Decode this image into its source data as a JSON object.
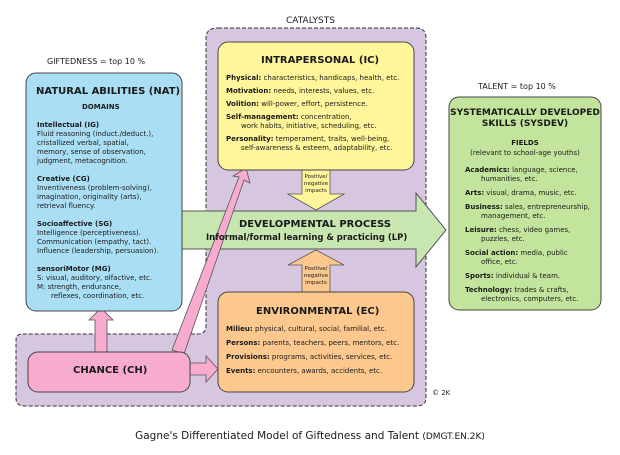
{
  "labels": {
    "catalysts": "CATALYSTS",
    "giftedness": "GIFTEDNESS = top 10 %",
    "talent": "TALENT = top 10 %",
    "copyright": "© 2K",
    "caption_main": "Gagne's Differentiated Model of Giftedness and Talent",
    "caption_code": "(DMGT.EN.2K)"
  },
  "nat": {
    "title": "NATURAL ABILITIES (NAT)",
    "subtitle": "DOMAINS",
    "ig_head": "Intellectual (IG)",
    "ig_lines": [
      "Fluid reasoning (induct./deduct.),",
      "cristallized verbal, spatial,",
      "memory, sense of observation,",
      "judgment, metacognition."
    ],
    "cg_head": "Creative (CG)",
    "cg_lines": [
      "Inventiveness (problem-solving),",
      "imagination, originality (arts),",
      "retrieval fluency."
    ],
    "sg_head": "Socioaffective (SG)",
    "sg_lines": [
      "Intelligence (perceptiveness).",
      "Communication (empathy, tact).",
      "Influence (leadership, persuasion)."
    ],
    "mg_head": "sensoriMotor (MG)",
    "mg_lines": [
      "S: visual, auditory, olfactive, etc.",
      "M: strength, endurance,",
      "reflexes, coordination, etc."
    ]
  },
  "ic": {
    "title": "INTRAPERSONAL (IC)",
    "physical_label": "Physical:",
    "physical_text": "characteristics, handicaps, health, etc.",
    "motivation_label": "Motivation:",
    "motivation_text": "needs, interests, values, etc.",
    "volition_label": "Volition:",
    "volition_text": "will-power, effort, persistence.",
    "selfman_label": "Self-management:",
    "selfman_text": "concentration,",
    "selfman_text2": "work habits, initiative, scheduling, etc.",
    "personality_label": "Personality:",
    "personality_text": "temperament, traits, well-being,",
    "personality_text2": "self-awareness & esteem, adaptability, etc."
  },
  "impacts": {
    "top": [
      "Positive/",
      "negative",
      "impacts"
    ],
    "bottom": [
      "Positive/",
      "negative",
      "impacts"
    ]
  },
  "process": {
    "title": "DEVELOPMENTAL PROCESS",
    "subtitle": "Informal/formal learning & practicing (LP)"
  },
  "ec": {
    "title": "ENVIRONMENTAL (EC)",
    "milieu_label": "Milieu:",
    "milieu_text": "physical, cultural, social, familial, etc.",
    "persons_label": "Persons:",
    "persons_text": "parents, teachers, peers, mentors, etc.",
    "provisions_label": "Provisions:",
    "provisions_text": "programs, activities, services, etc.",
    "events_label": "Events:",
    "events_text": "encounters, awards, accidents, etc."
  },
  "chance": {
    "title": "CHANCE (CH)"
  },
  "sysdev": {
    "title_lines": [
      "SYSTEMATICALLY DEVELOPED",
      "SKILLS (SYSDEV)"
    ],
    "fields": "FIELDS",
    "fields_note": "(relevant to school-age youths)",
    "academics_label": "Academics:",
    "academics_text": "language, science,",
    "academics_text2": "humanities, etc.",
    "arts_label": "Arts:",
    "arts_text": "visual, drama, music, etc.",
    "business_label": "Business:",
    "business_text": "sales, entrepreneurship,",
    "business_text2": "management, etc.",
    "leisure_label": "Leisure:",
    "leisure_text": "chess, video games,",
    "leisure_text2": "puzzles, etc.",
    "social_label": "Social action:",
    "social_text": "media, public",
    "social_text2": "office, etc.",
    "sports_label": "Sports:",
    "sports_text": "individual & team.",
    "technology_label": "Technology:",
    "technology_text": "trades & crafts,",
    "technology_text2": "electronics, computers, etc."
  },
  "colors": {
    "nat": "#a9def5",
    "ic": "#fff59a",
    "ec": "#fcc88e",
    "chance": "#f7abcf",
    "sysdev": "#c3e49c",
    "process": "#c8e6b0",
    "catalyst_bg": "#d7c6df"
  }
}
